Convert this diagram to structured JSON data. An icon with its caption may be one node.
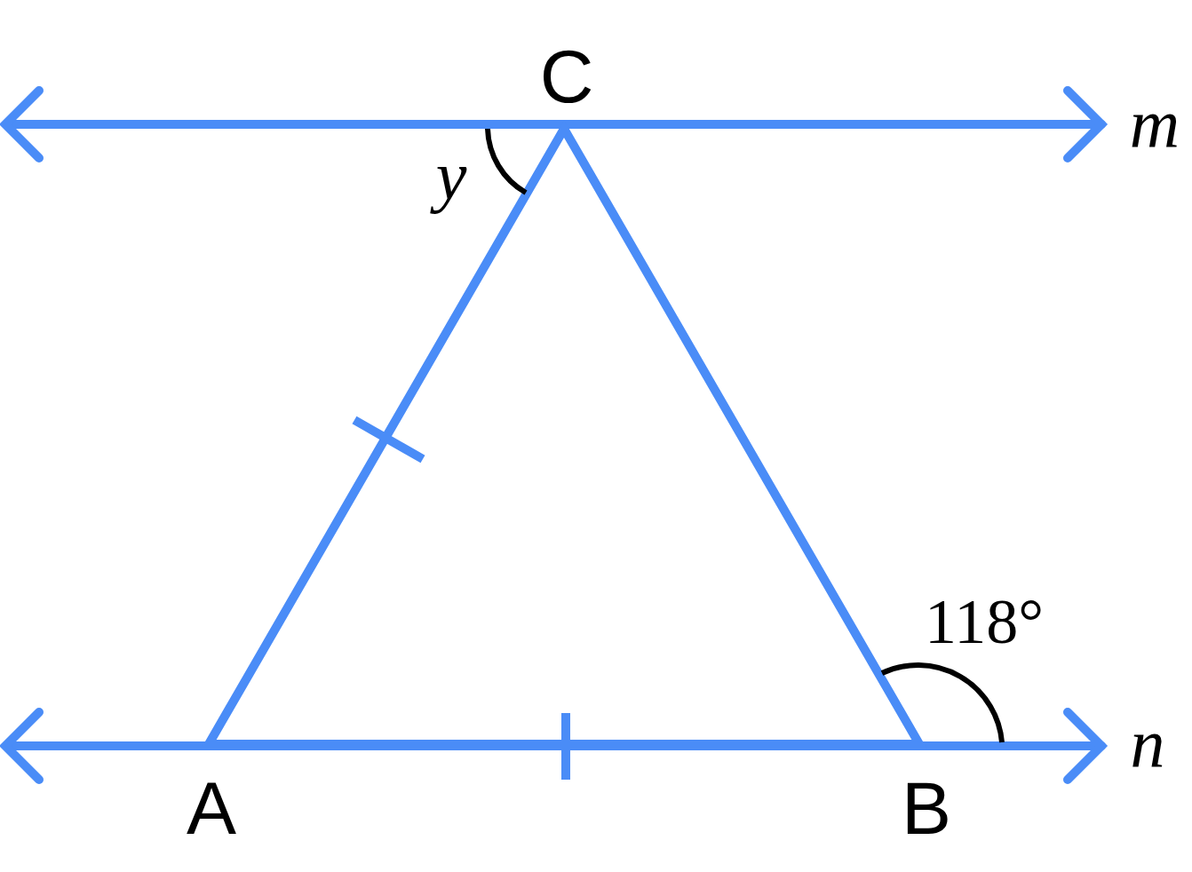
{
  "diagram": {
    "labels": [
      "C",
      "m",
      "y",
      "118°",
      "A",
      "B",
      "n"
    ]
  }
}
